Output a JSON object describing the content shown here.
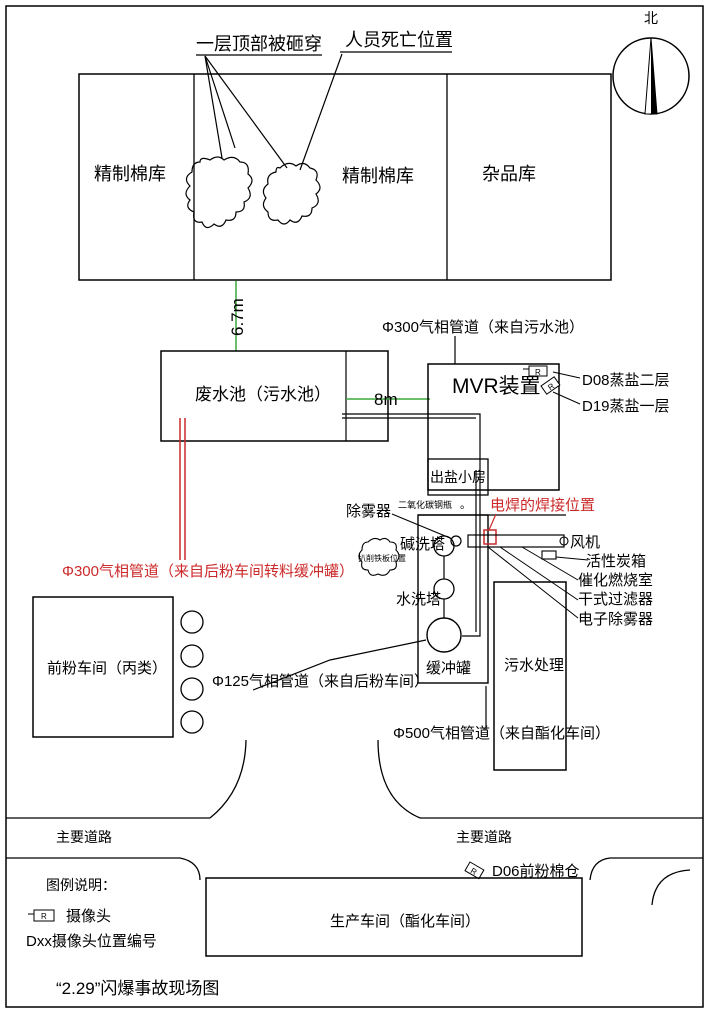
{
  "compass": {
    "label": "北"
  },
  "annotations": {
    "roof_penetrated": "一层顶部被砸穿",
    "death_position": "人员死亡位置",
    "welding_position": "电焊的焊接位置",
    "co2_bottle": "二氧化碳钢瓶",
    "dot_mark": "。",
    "fire_position": "扒削铁板位置"
  },
  "buildings": {
    "warehouse_left": "精制棉库",
    "warehouse_center": "精制棉库",
    "sundry_store": "杂品库",
    "wastewater_pool": "废水池（污水池）",
    "mvr": "MVR装置",
    "salt_room": "出盐小房",
    "sewage_treatment": "污水处理",
    "pre_powder_workshop": "前粉车间（丙类）",
    "production_workshop": "生产车间（酯化车间）"
  },
  "distances": {
    "d1": "6.7m",
    "d2": "8m"
  },
  "pipes": {
    "p300_sewage": "Φ300气相管道（来自污水池）",
    "p300_buffer": "Φ300气相管道（来自后粉车间转料缓冲罐）",
    "p125": "Φ125气相管道（来自后粉车间）",
    "p500": "Φ500气相管道（来自酯化车间）"
  },
  "equipment": {
    "demister": "除雾器",
    "alkali_tower": "碱洗塔",
    "water_tower": "水洗塔",
    "buffer_tank": "缓冲罐",
    "fan": "风机",
    "carbon_box": "活性炭箱",
    "catalytic": "催化燃烧室",
    "dry_filter": "干式过滤器",
    "electronic_demister": "电子除雾器"
  },
  "cameras": {
    "c1": "D08蒸盐二层",
    "c2": "D19蒸盐一层",
    "c3": "D06前粉棉仓",
    "icon_letter": "R"
  },
  "roads": {
    "left": "主要道路",
    "right": "主要道路"
  },
  "legend": {
    "title": "图例说明：",
    "camera": "摄像头",
    "code": "Dxx摄像头位置编号"
  },
  "caption": "“2.29”闪爆事故现场图",
  "colors": {
    "line": "#000000",
    "accent": "#cc2a2a",
    "green": "#3aa83a"
  }
}
